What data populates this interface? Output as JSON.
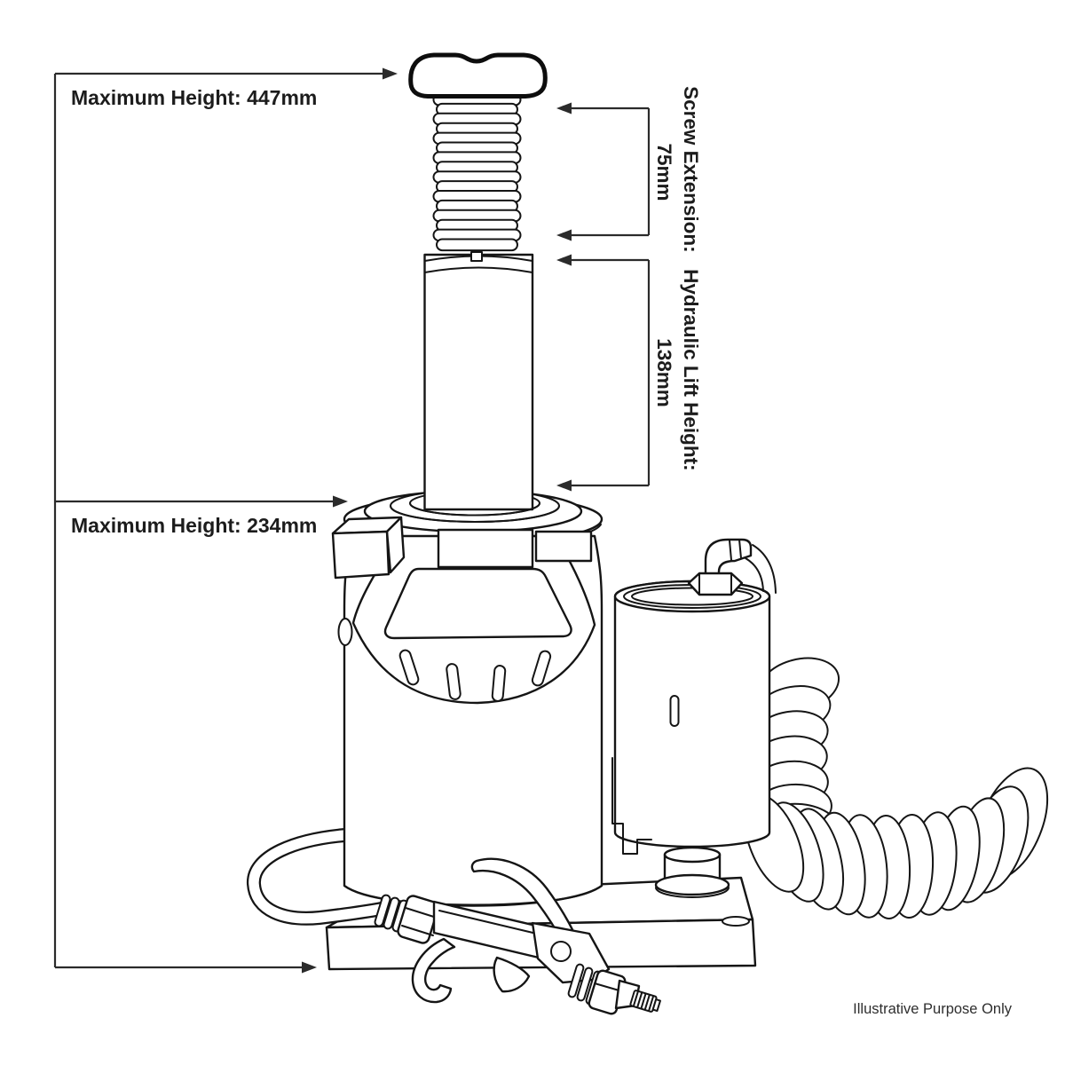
{
  "labels": {
    "max_height_extended": "Maximum Height: 447mm",
    "max_height_min": "Maximum Height: 234mm",
    "screw_extension": "Screw Extension:",
    "screw_extension_value": "75mm",
    "hydraulic_lift_height": "Hydraulic Lift Height:",
    "hydraulic_lift_value": "138mm",
    "footnote": "Illustrative Purpose Only"
  },
  "colors": {
    "background": "#ffffff",
    "line_art": "#151515",
    "dimension_lines": "#2b2b2b",
    "text": "#1c1c1c"
  },
  "illustration": {
    "subject": "air-operated hydraulic bottle jack, monochrome technical line drawing",
    "parts": [
      "saddle",
      "extension-screw",
      "hydraulic-ram",
      "collar-flange",
      "side-lug",
      "carry-handle",
      "jack-body",
      "air-motor",
      "air-inlet-elbow",
      "pedestal",
      "base-plate",
      "coiled-air-hose",
      "air-line-hose",
      "blow-gun"
    ]
  }
}
